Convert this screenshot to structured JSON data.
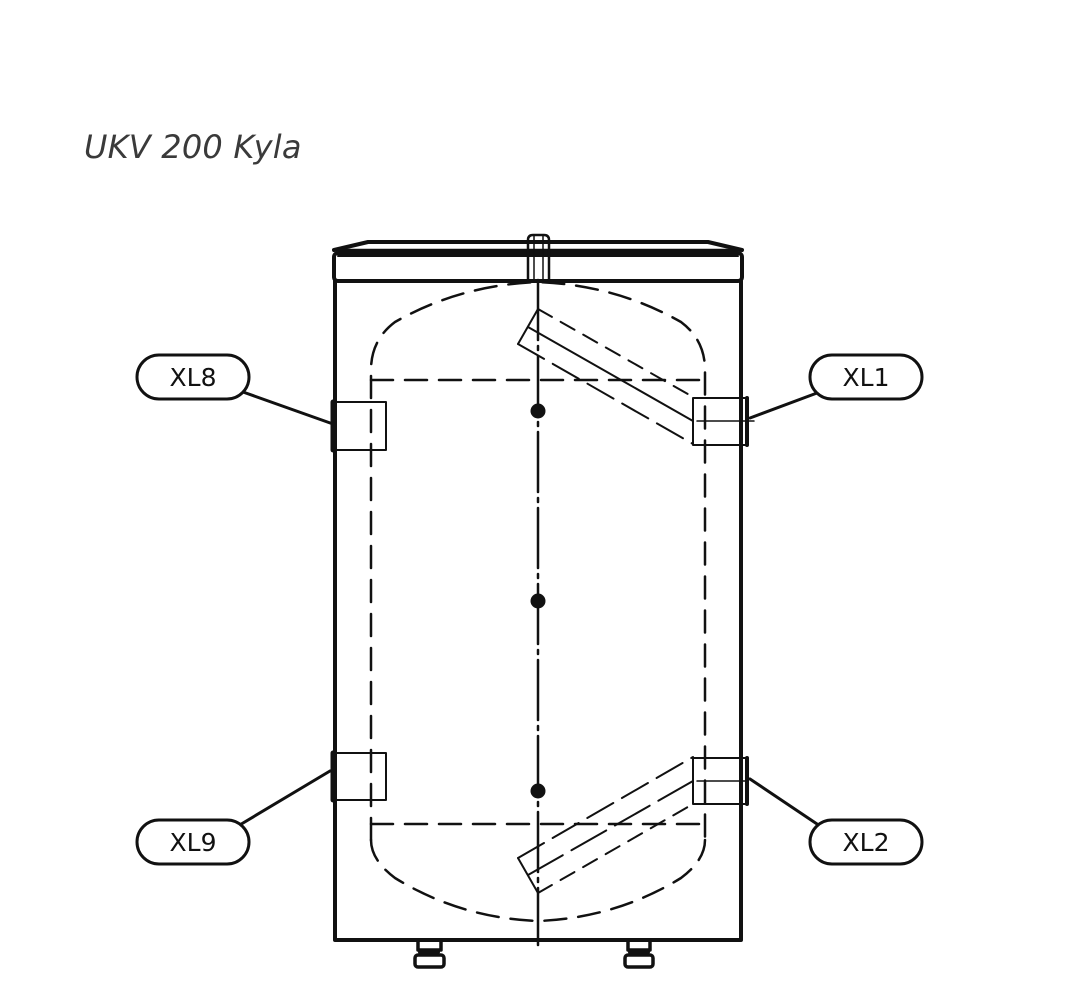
{
  "title": "UKV 200 Kyla",
  "labels": {
    "xl8": "XL8",
    "xl1": "XL1",
    "xl9": "XL9",
    "xl2": "XL2"
  },
  "colors": {
    "line": "#111111",
    "title": "#3a3a3a"
  }
}
